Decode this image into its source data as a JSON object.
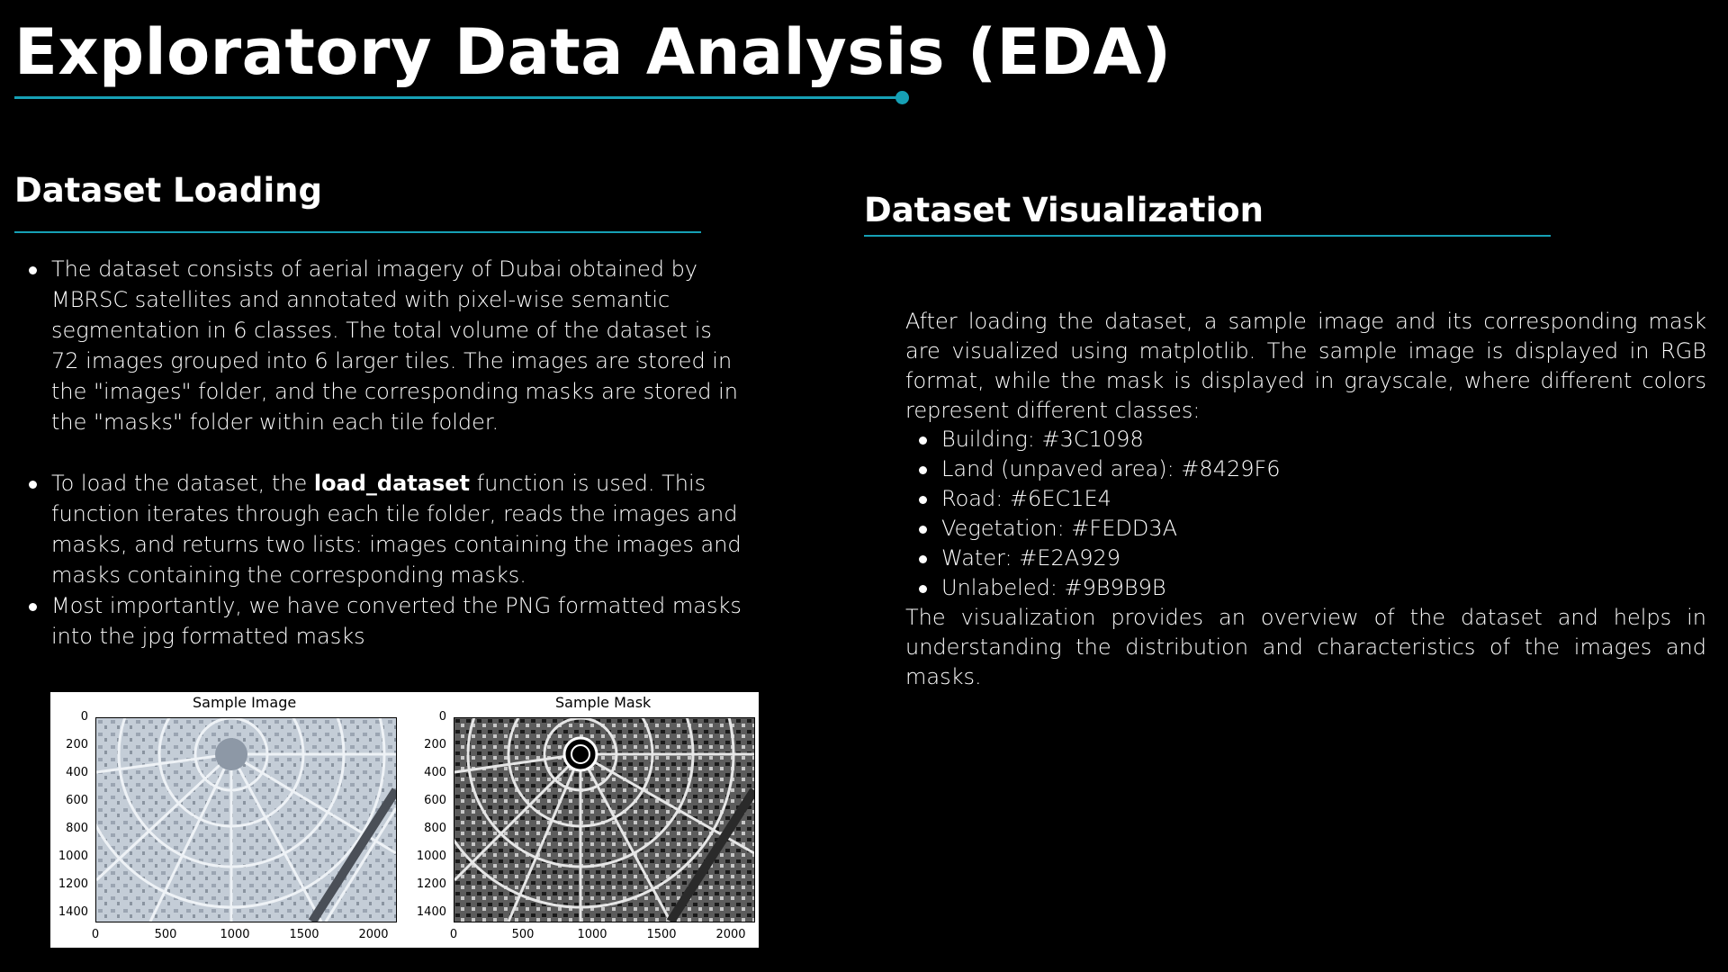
{
  "slide": {
    "title": "Exploratory Data Analysis (EDA)",
    "accent_color": "#16a0b5"
  },
  "left": {
    "heading": "Dataset Loading",
    "bullet1": "The dataset consists of aerial imagery of Dubai obtained by MBRSC satellites and annotated with pixel-wise semantic segmentation in 6 classes. The total volume of the dataset is 72 images grouped into 6 larger tiles. The images are stored in the \"images\" folder, and the corresponding masks are stored in the \"masks\" folder within each tile folder.",
    "bullet2_before": "To load the dataset, the ",
    "bullet2_code": "load_dataset",
    "bullet2_after": " function is used. This function iterates through each tile folder, reads the images and masks, and returns two lists: images containing the images and masks containing the corresponding masks.",
    "bullet3": "Most importantly, we have converted the PNG formatted masks into the jpg formatted masks"
  },
  "figure": {
    "panel1_title": "Sample Image",
    "panel2_title": "Sample Mask",
    "y_ticks": [
      "0",
      "200",
      "400",
      "600",
      "800",
      "1000",
      "1200",
      "1400"
    ],
    "x_ticks": [
      "0",
      "500",
      "1000",
      "1500",
      "2000"
    ]
  },
  "right": {
    "heading": "Dataset Visualization",
    "intro": "After loading the dataset, a sample image and its corresponding mask are visualized using matplotlib. The sample image is displayed in RGB format, while the mask is displayed in grayscale, where different colors represent different classes:",
    "classes": [
      "Building: #3C1098",
      "Land (unpaved area): #8429F6",
      "Road: #6EC1E4",
      "Vegetation: #FEDD3A",
      "Water: #E2A929",
      "Unlabeled: #9B9B9B"
    ],
    "outro": "The visualization provides an overview of the dataset and helps in understanding the distribution and characteristics of the images and masks."
  }
}
